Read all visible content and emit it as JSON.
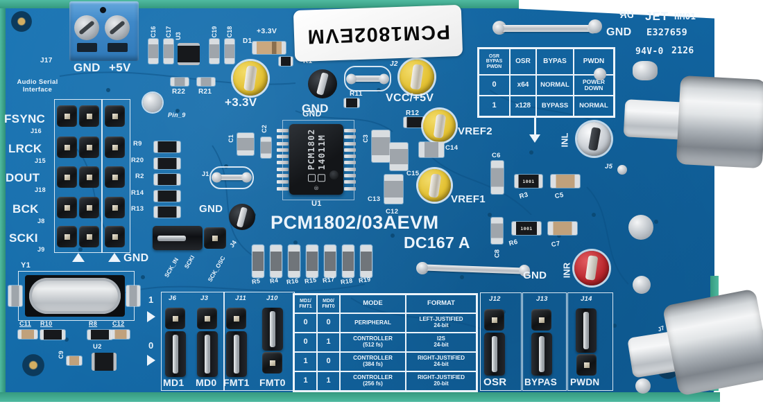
{
  "labels": {
    "gnd": "GND",
    "p33v": "+3.3V"
  },
  "power_block": {
    "ref": "J17",
    "neg": "GND",
    "pos": "+5V"
  },
  "audio_if": {
    "title": "Audio Serial\nInterface",
    "signals": [
      {
        "name": "FSYNC",
        "ref": "J16"
      },
      {
        "name": "LRCK",
        "ref": "J15"
      },
      {
        "name": "DOUT",
        "ref": "J18"
      },
      {
        "name": "BCK",
        "ref": "J8"
      },
      {
        "name": "SCKI",
        "ref": "J9"
      }
    ]
  },
  "sticker": {
    "text": "PCM1802EVM"
  },
  "top_mid": {
    "c16": "C16",
    "c17": "C17",
    "u3": "U3",
    "c19": "C19",
    "c18": "C18",
    "d1": "D1",
    "r22": "R22",
    "r21": "R21",
    "r1": "R1",
    "r11": "R11",
    "pin9": "Pin_9",
    "j2": "J2",
    "vcc": "VCC/+5V",
    "r12": "R12"
  },
  "top_right": {
    "ul": "UR",
    "jet": "JET",
    "code": "HM01",
    "e_no": "E327659",
    "flame": "94V-0",
    "date": "2126"
  },
  "osr_table": {
    "corner": "OSR\nBYPAS\nPWDN",
    "cols": [
      "OSR",
      "BYPAS",
      "PWDN"
    ],
    "rows": [
      [
        "0",
        "x64",
        "NORMAL",
        "POWER\nDOWN"
      ],
      [
        "1",
        "x128",
        "BYPASS",
        "NORMAL"
      ]
    ]
  },
  "chip": {
    "part": "PCM1802",
    "lot": "14011M",
    "ref": "U1",
    "reg": "®"
  },
  "left_bank": [
    "R9",
    "R20",
    "R2",
    "R14",
    "R13"
  ],
  "mid": {
    "c1": "C1",
    "c2": "C2",
    "c3": "C3",
    "j1": "J1",
    "j4": "J4",
    "sck": [
      "SCK_IN",
      "SCKI",
      "SCK_OSC"
    ]
  },
  "title": {
    "main": "PCM1802/03AEVM",
    "rev": "DC167 A"
  },
  "bottom_bank": [
    "R5",
    "R4",
    "R16",
    "R15",
    "R17",
    "R18",
    "R19"
  ],
  "vref": {
    "vref2": "VREF2",
    "vref1": "VREF1",
    "c14": "C14",
    "c15": "C15",
    "c13": "C13",
    "c12": "C12"
  },
  "right_side": {
    "c6": "C6",
    "r3": "R3",
    "c5": "C5",
    "r6": "R6",
    "c7": "C7",
    "c8": "C8",
    "res_code": "1001",
    "inl": "INL",
    "j5": "J5",
    "inr": "INR",
    "j7": "J7"
  },
  "xtal": {
    "ref": "Y1",
    "c11": "C11",
    "r10": "R10",
    "r8": "R8",
    "c12": "C12",
    "c9": "C9",
    "u2": "U2"
  },
  "mode_table": {
    "headers": [
      "MD1/\nFMT1",
      "MD0/\nFMT0",
      "MODE",
      "FORMAT"
    ],
    "rows": [
      [
        "0",
        "0",
        "PERIPHERAL",
        "LEFT-JUSTIFIED\n24-bit"
      ],
      [
        "0",
        "1",
        "CONTROLLER\n(512 fs)",
        "I2S\n24-bit"
      ],
      [
        "1",
        "0",
        "CONTROLLER\n(384 fs)",
        "RIGHT-JUSTIFIED\n24-bit"
      ],
      [
        "1",
        "1",
        "CONTROLLER\n(256 fs)",
        "RIGHT-JUSTIFIED\n20-bit"
      ]
    ]
  },
  "mode_jumpers": {
    "one": "1",
    "zero": "0",
    "refs": [
      "J6",
      "J3",
      "J11",
      "J10"
    ],
    "labels": [
      "MD1",
      "MD0",
      "FMT1",
      "FMT0"
    ]
  },
  "ctrl_jumpers": {
    "refs": [
      "J12",
      "J13",
      "J14"
    ],
    "labels": [
      "OSR",
      "BYPAS",
      "PWDN"
    ]
  }
}
